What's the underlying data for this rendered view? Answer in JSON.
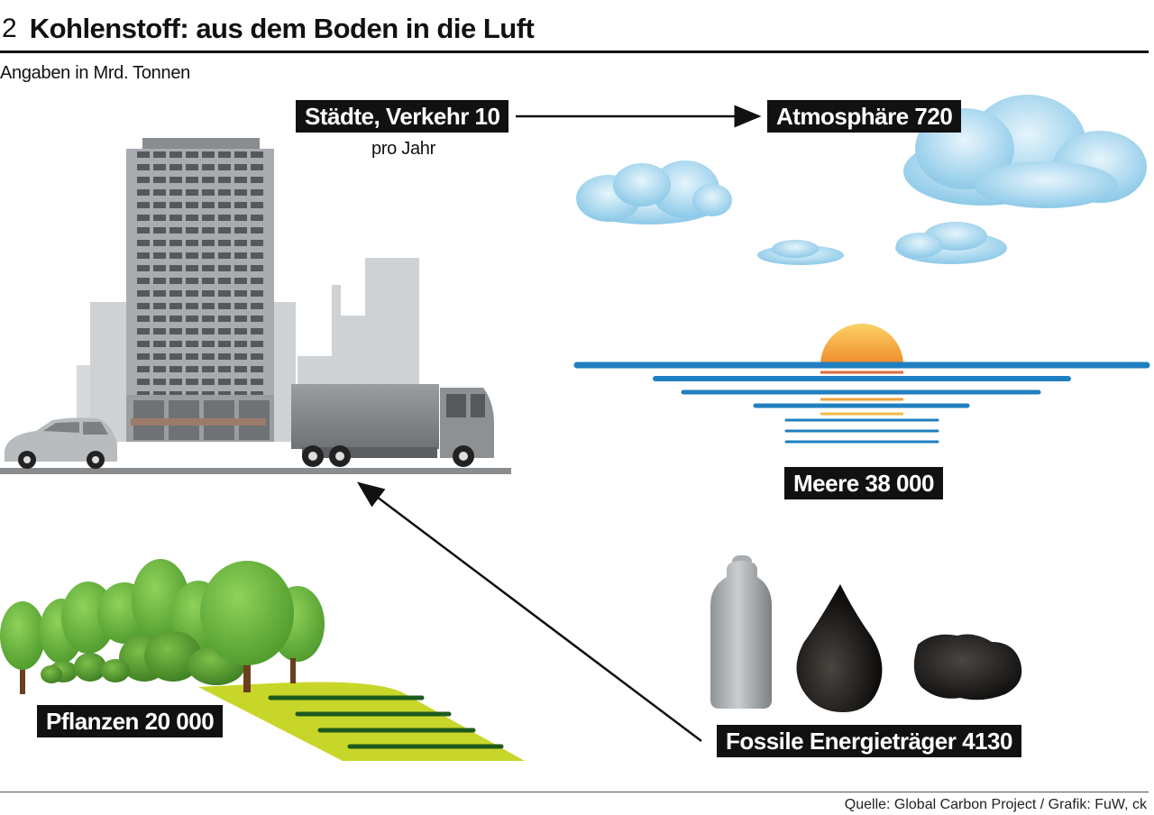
{
  "header": {
    "figure_number": "2",
    "title": "Kohlenstoff: aus dem Boden in die Luft"
  },
  "subtitle": "Angaben in Mrd. Tonnen",
  "nodes": {
    "cities": {
      "label": "Städte, Verkehr 10",
      "note": "pro Jahr"
    },
    "atmosphere": {
      "label": "Atmosphäre 720"
    },
    "oceans": {
      "label": "Meere 38 000"
    },
    "plants": {
      "label": "Pflanzen 20 000"
    },
    "fossil": {
      "label": "Fossile Energieträger 4130"
    }
  },
  "flows": [
    {
      "from": "cities",
      "to": "atmosphere"
    },
    {
      "from": "fossil",
      "to": "cities"
    }
  ],
  "icons": [
    "city-skyline-icon",
    "car-icon",
    "truck-icon",
    "cloud-icon",
    "sunset-over-sea-icon",
    "trees-icon",
    "field-icon",
    "gas-bottle-icon",
    "oil-drop-icon",
    "coal-lump-icon"
  ],
  "colors": {
    "label_bg": "#111111",
    "sea": "#1f7fc0",
    "cloud": "#bfe2f4",
    "tree": "#6cb33f",
    "field": "#c8d62a",
    "building": "#a8abaf"
  },
  "footer": {
    "source": "Quelle: Global Carbon Project / Grafik: FuW, ck"
  }
}
